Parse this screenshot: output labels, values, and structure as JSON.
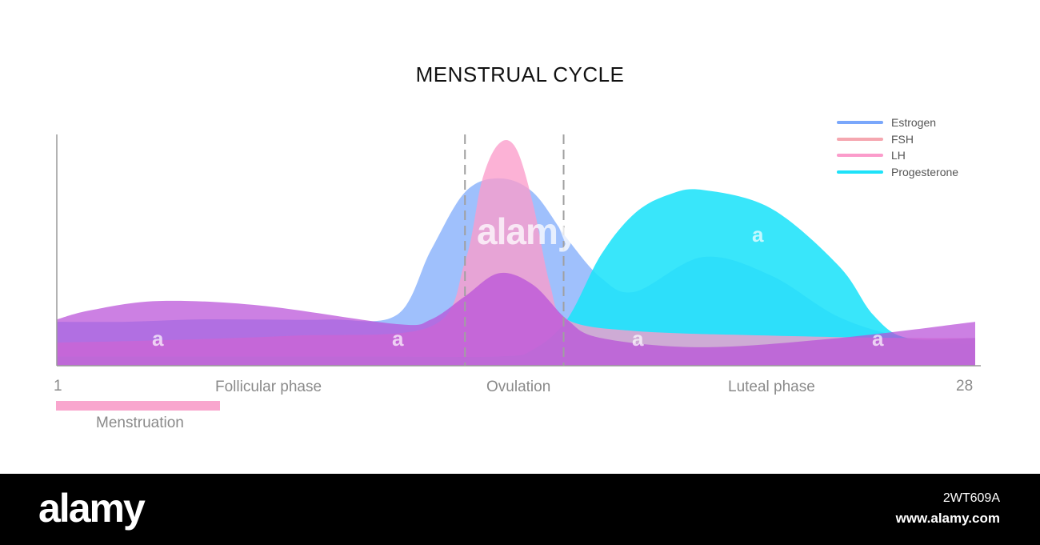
{
  "chart_data": {
    "type": "area",
    "title": "MENSTRUAL CYCLE",
    "x_start_label": "1",
    "x_end_label": "28",
    "xlim": [
      1,
      28
    ],
    "ylim": [
      0,
      1
    ],
    "phases": [
      "Follicular phase",
      "Ovulation",
      "Luteal phase"
    ],
    "ovulation_window": [
      13,
      15.9
    ],
    "menstruation": {
      "label": "Menstruation",
      "range": [
        1,
        5.8
      ]
    },
    "legend_position": "top-right",
    "grid": false,
    "series": [
      {
        "name": "Estrogen",
        "color": "#7aa7fb",
        "x": [
          1,
          3,
          5,
          7,
          9,
          11,
          12,
          13,
          14,
          15,
          16,
          17,
          18,
          20,
          22,
          24,
          26,
          28
        ],
        "values": [
          0.19,
          0.19,
          0.2,
          0.2,
          0.2,
          0.22,
          0.5,
          0.75,
          0.81,
          0.75,
          0.55,
          0.38,
          0.32,
          0.47,
          0.39,
          0.21,
          0.12,
          0.09
        ]
      },
      {
        "name": "Progesterone",
        "color": "#1ee2f9",
        "x": [
          1,
          5,
          10,
          14,
          15,
          16,
          17,
          18,
          19,
          20,
          22,
          24,
          25,
          26,
          28
        ],
        "values": [
          0.04,
          0.04,
          0.04,
          0.04,
          0.07,
          0.2,
          0.48,
          0.66,
          0.74,
          0.76,
          0.68,
          0.43,
          0.22,
          0.12,
          0.12
        ]
      },
      {
        "name": "LH",
        "color": "#fb9ccb",
        "x": [
          1,
          4,
          8,
          12,
          13,
          13.5,
          14,
          14.5,
          15,
          15.5,
          16,
          18,
          22,
          26,
          28
        ],
        "values": [
          0.1,
          0.11,
          0.13,
          0.17,
          0.45,
          0.8,
          0.96,
          0.94,
          0.7,
          0.35,
          0.2,
          0.15,
          0.13,
          0.12,
          0.12
        ]
      },
      {
        "name": "FSH",
        "color": "#b84fd8",
        "x": [
          1,
          2,
          4,
          7,
          11,
          12,
          13,
          14,
          15,
          16,
          17,
          20,
          24,
          28
        ],
        "values": [
          0.2,
          0.24,
          0.28,
          0.26,
          0.18,
          0.2,
          0.3,
          0.4,
          0.35,
          0.2,
          0.12,
          0.08,
          0.12,
          0.19
        ]
      }
    ]
  },
  "legend": {
    "items": [
      {
        "label": "Estrogen",
        "color": "#7aa7fb"
      },
      {
        "label": "FSH",
        "color": "#f07f8c"
      },
      {
        "label": "LH",
        "color": "#fb9ccb"
      },
      {
        "label": "Progesterone",
        "color": "#1ee2f9"
      }
    ]
  },
  "watermark": {
    "center_text": "alamy",
    "small_mark": "a"
  },
  "footer": {
    "logo": "alamy",
    "image_id": "2WT609A",
    "url": "www.alamy.com"
  }
}
